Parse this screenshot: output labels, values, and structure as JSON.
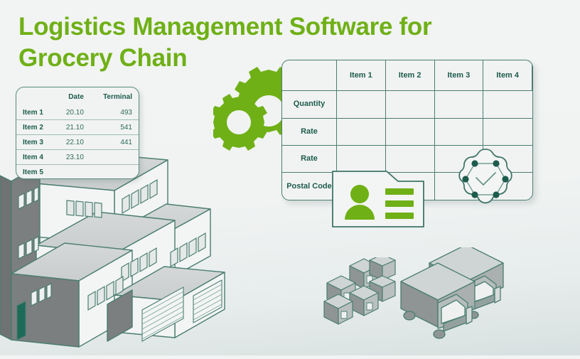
{
  "page": {
    "title": "Logistics Management Software for\nGrocery Chain",
    "accent_green": "#6fb016",
    "teal_dark": "#1d5c4d",
    "teal_border": "#4a7d70",
    "background": "#f1f3f2"
  },
  "left_table": {
    "name": "shipment-schedule-card",
    "headers": [
      "",
      "Date",
      "Terminal"
    ],
    "rows": [
      {
        "label": "Item 1",
        "date": "20.10",
        "terminal": "493"
      },
      {
        "label": "Item 2",
        "date": "21.10",
        "terminal": "541"
      },
      {
        "label": "Item 3",
        "date": "22.10",
        "terminal": "441"
      },
      {
        "label": "Item 4",
        "date": "23.10",
        "terminal": ""
      },
      {
        "label": "Item 5",
        "date": "",
        "terminal": ""
      }
    ]
  },
  "grid_table": {
    "name": "item-attributes-grid",
    "corner": "",
    "columns": [
      "Item 1",
      "Item 2",
      "Item 3",
      "Item 4"
    ],
    "rows": [
      {
        "label": "Quantity",
        "cells": [
          "",
          "",
          "",
          ""
        ]
      },
      {
        "label": "Rate",
        "cells": [
          "",
          "",
          "",
          ""
        ]
      },
      {
        "label": "Rate",
        "cells": [
          "",
          "",
          "",
          ""
        ]
      },
      {
        "label": "Postal Code",
        "cells": [
          "",
          "",
          "",
          ""
        ]
      }
    ]
  },
  "icons": {
    "gears": "gears-icon",
    "id_card": "id-card-icon",
    "hex_badge": "verified-hexagon-badge-icon",
    "warehouse": "warehouse-buildings-illustration",
    "boxes": "stacked-boxes-illustration",
    "trucks": "delivery-trucks-illustration"
  }
}
